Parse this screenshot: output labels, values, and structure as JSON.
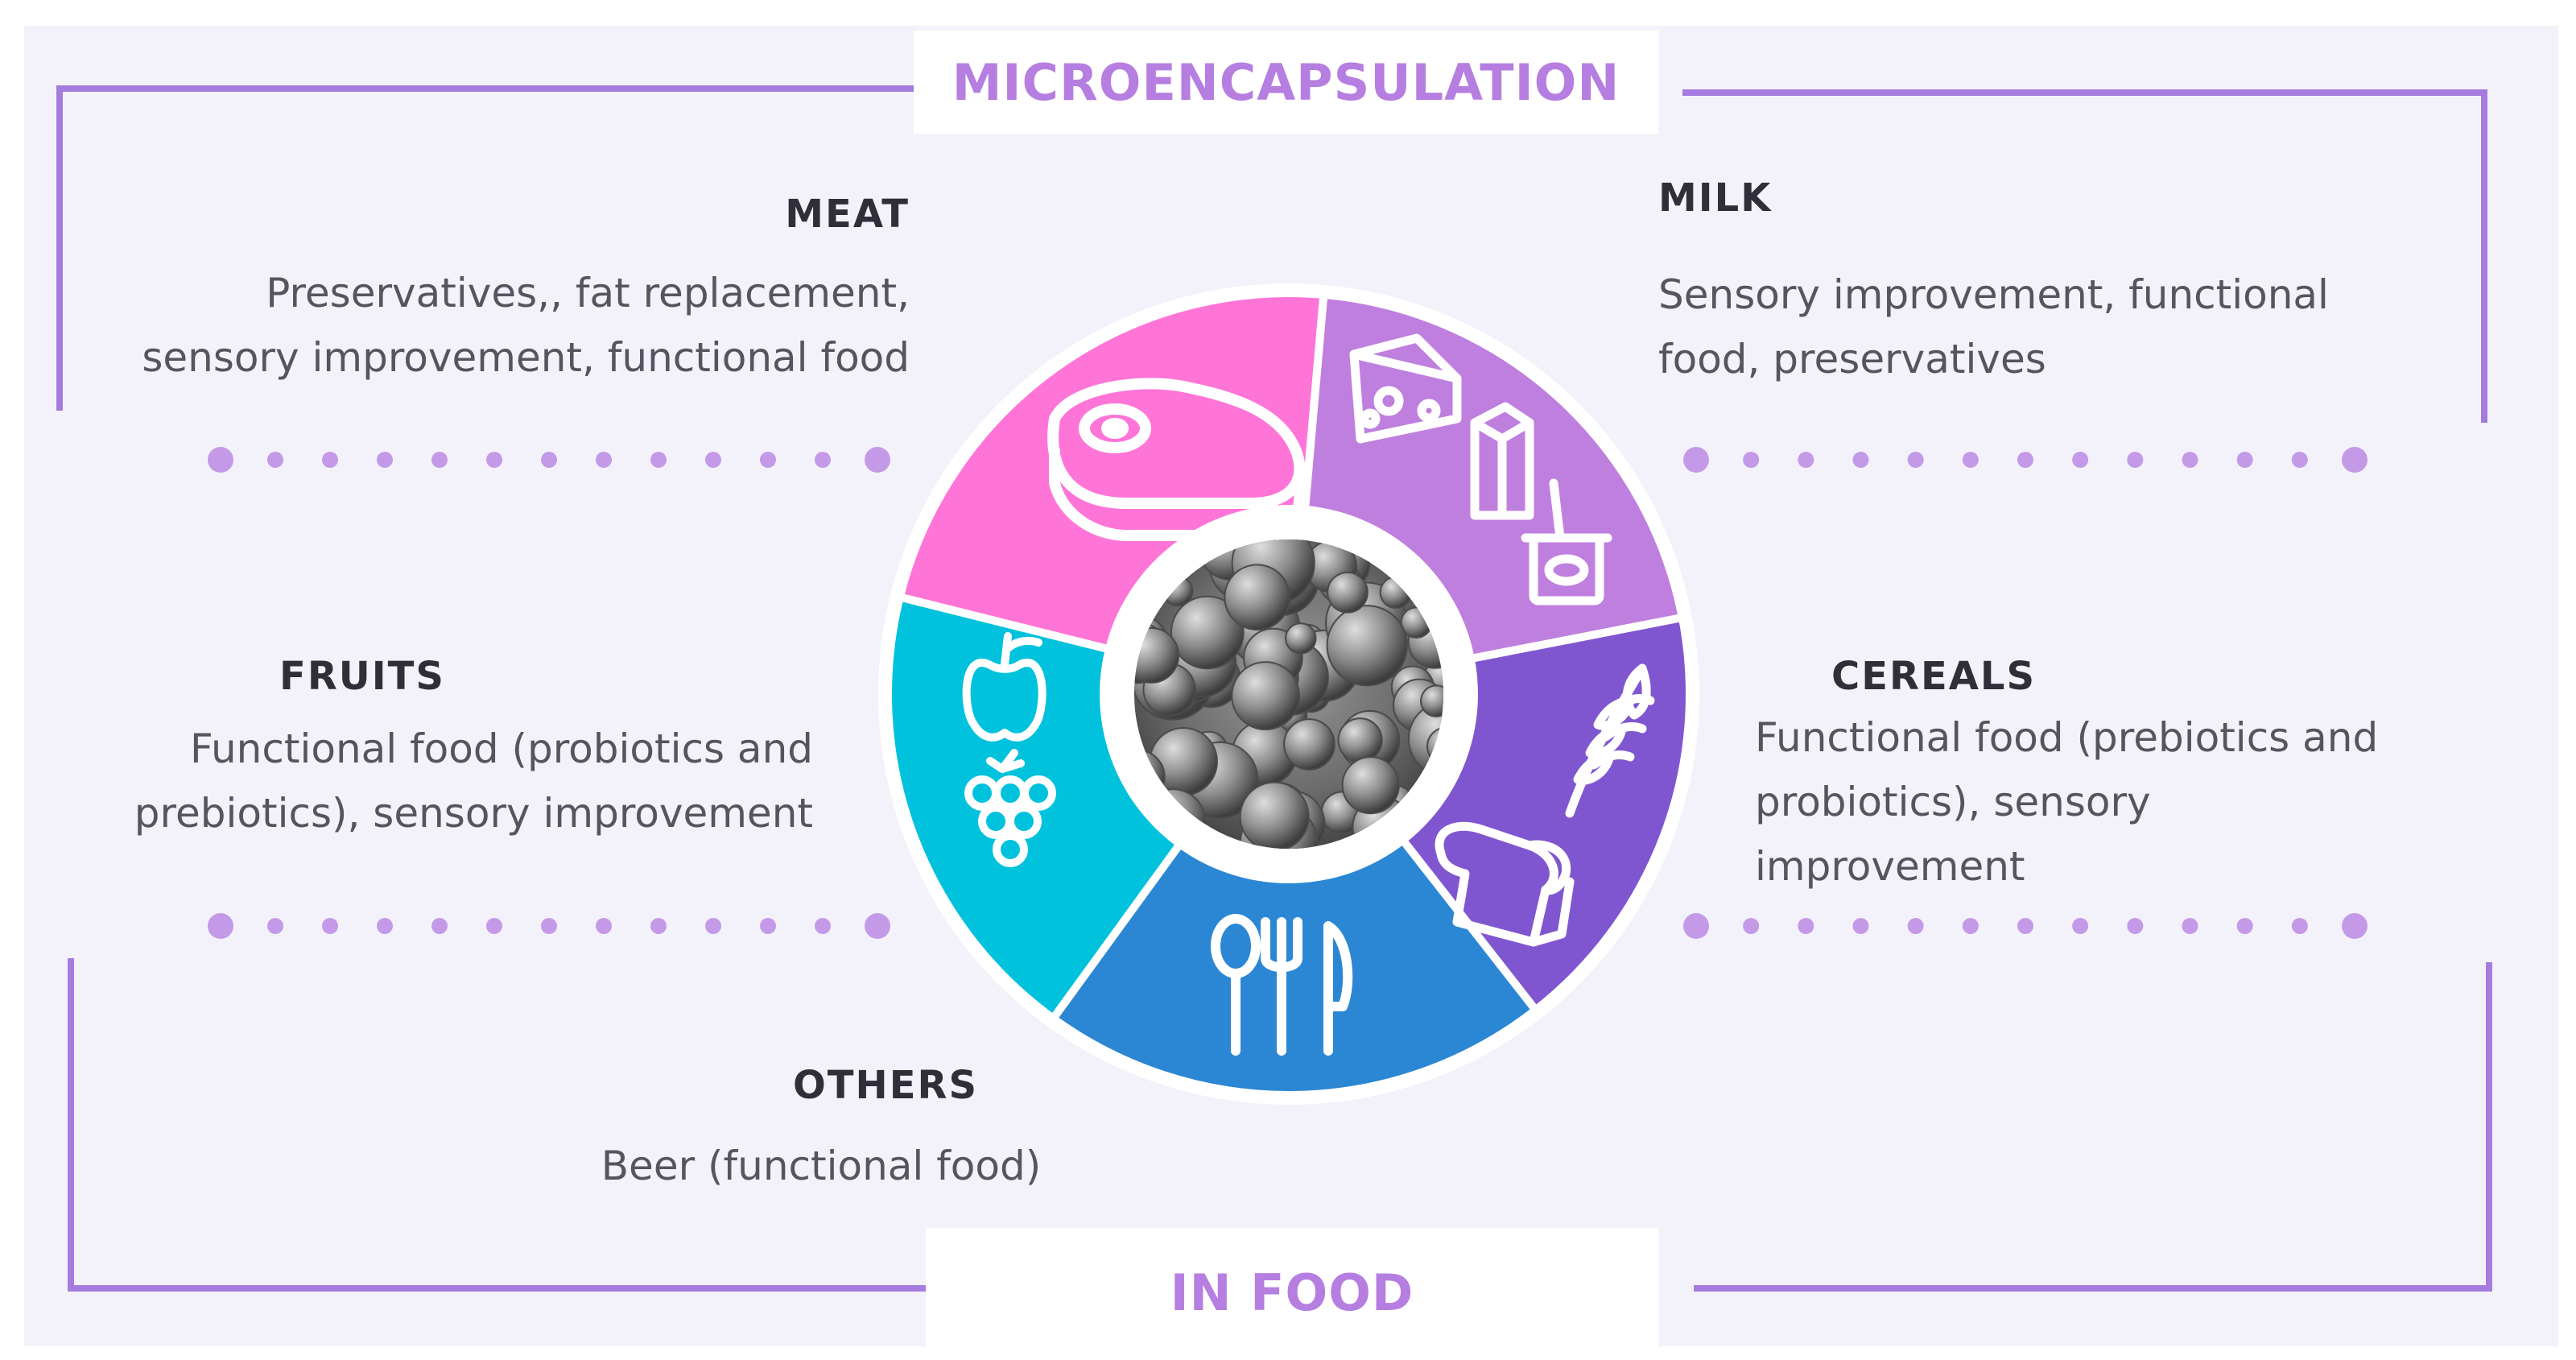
{
  "title_top": "MICROENCAPSULATION",
  "title_bottom": "IN FOOD",
  "colors": {
    "panel_bg": "#f3f2fa",
    "frame": "#a67be0",
    "dots": "#c49ae8",
    "meat": "#ff74d7",
    "milk": "#bf7fdf",
    "cereals": "#7f56d0",
    "others": "#2b87d4",
    "fruits": "#00c2dd",
    "title": "#b57ee0"
  },
  "categories": [
    {
      "key": "meat",
      "name": "MEAT",
      "description": "Preservatives,, fat replacement, sensory improvement, functional food",
      "icon": "meat-steak-icon"
    },
    {
      "key": "milk",
      "name": "MILK",
      "description": "Sensory improvement, functional food, preservatives",
      "icon": "cheese-milk-yogurt-icon"
    },
    {
      "key": "fruits",
      "name": "FRUITS",
      "description": "Functional food (probiotics and prebiotics), sensory improvement",
      "icon": "apple-grapes-icon"
    },
    {
      "key": "cereals",
      "name": "CEREALS",
      "description": "Functional food (prebiotics and probiotics), sensory improvement",
      "icon": "wheat-bread-icon"
    },
    {
      "key": "others",
      "name": "OTHERS",
      "description": "Beer (functional food)",
      "icon": "cutlery-icon"
    }
  ],
  "center_image": "microcapsule-micrograph"
}
